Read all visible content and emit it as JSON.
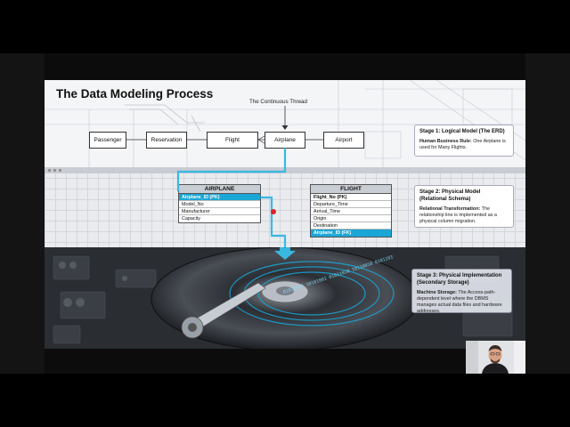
{
  "slide": {
    "title": "The Data Modeling Process",
    "thread_label": "The Continuous Thread"
  },
  "erd": {
    "entities": [
      "Passenger",
      "Reservation",
      "Flight",
      "Airplane",
      "Airport"
    ]
  },
  "stage1": {
    "title": "Stage 1: Logical Model (The ERD)",
    "rule_label": "Human Business Rule:",
    "rule_text": "One Airplane is used for Many Flights."
  },
  "stage2": {
    "title": "Stage 2: Physical Model (Relational Schema)",
    "label": "Relational Transformation:",
    "text": "The relationship line is implemented as a physical column migration."
  },
  "stage3": {
    "title": "Stage 3: Physical Implementation (Secondary Storage)",
    "label": "Machine Storage:",
    "text": "The Access-path-dependent level where the DBMS manages actual data files and hardware addresses."
  },
  "airplane_table": {
    "name": "AIRPLANE",
    "rows": [
      "Airplane_ID (PK)",
      "Model_No",
      "Manufacturer",
      "Capacity"
    ]
  },
  "flight_table": {
    "name": "FLIGHT",
    "rows": [
      "Flight_No (PK)",
      "Departure_Time",
      "Arrival_Time",
      "Origin",
      "Destination",
      "Airplane_ID (FK)"
    ]
  },
  "platter": {
    "binary": "01011010 10101001 01011010 10110010 01011010 11001010"
  },
  "colors": {
    "accent": "#1aa6d6",
    "highlight_dot": "#e0202a"
  }
}
